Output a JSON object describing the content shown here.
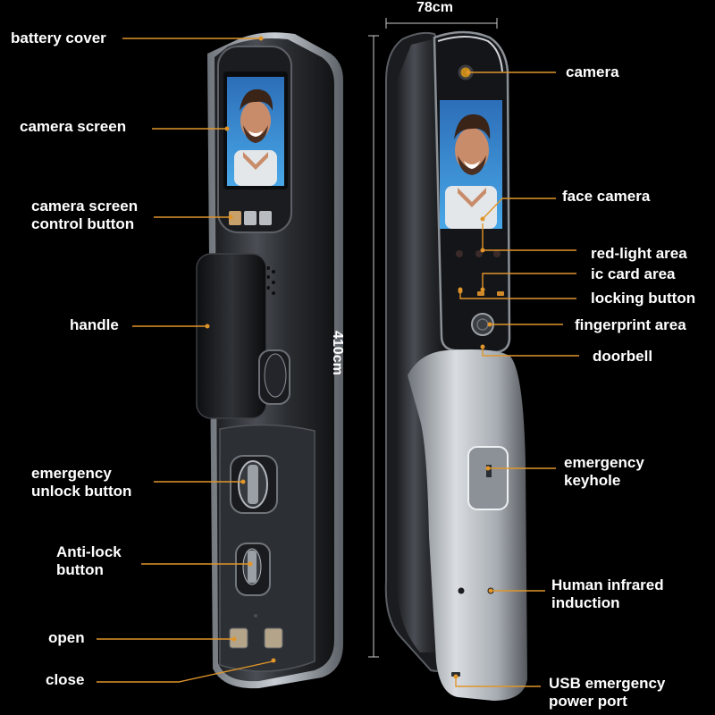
{
  "dimensions": {
    "width": "78cm",
    "height": "410cm"
  },
  "labels": {
    "battery_cover": "battery cover",
    "camera_screen": "camera screen",
    "camera_screen_control_button_1": "camera screen",
    "camera_screen_control_button_2": "control button",
    "handle": "handle",
    "emergency_unlock_button_1": "emergency",
    "emergency_unlock_button_2": "unlock button",
    "anti_lock_button_1": "Anti-lock",
    "anti_lock_button_2": "button",
    "open": "open",
    "close": "close",
    "camera": "camera",
    "face_camera": "face camera",
    "red_light_area": "red-light area",
    "ic_card_area": "ic card area",
    "locking_button": "locking button",
    "fingerprint_area": "fingerprint area",
    "doorbell": "doorbell",
    "emergency_keyhole_1": "emergency",
    "emergency_keyhole_2": "keyhole",
    "human_infrared_induction_1": "Human infrared",
    "human_infrared_induction_2": "induction",
    "usb_emergency_power_port_1": "USB emergency",
    "usb_emergency_power_port_2": "power port"
  },
  "colors": {
    "background": "#000000",
    "leader": "#e0952a",
    "body_dark": "#2a2d31",
    "body_silver": "#b9bec4",
    "screen_bg": "#2f8fd6"
  }
}
